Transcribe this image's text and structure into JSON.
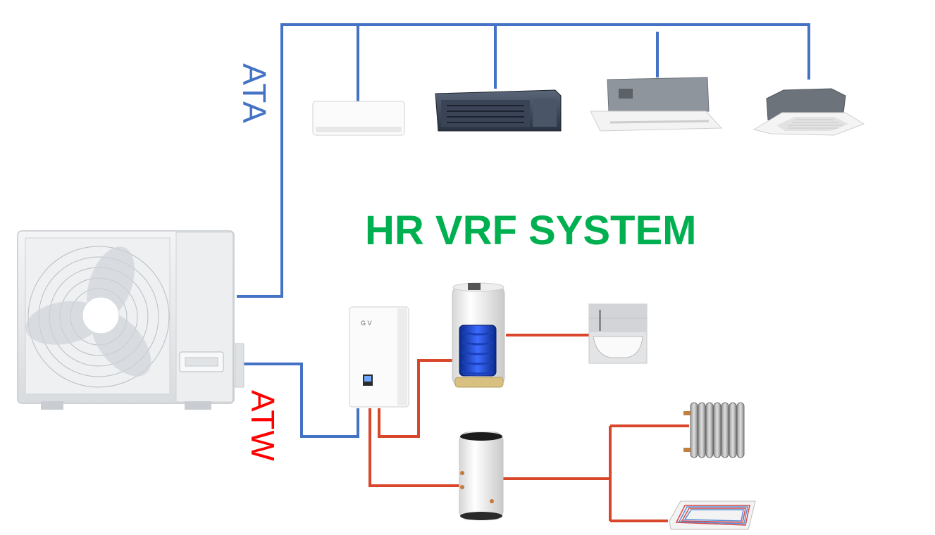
{
  "title": "HR VRF SYSTEM",
  "branches": {
    "air_to_air": {
      "label": "ATA",
      "color": "#4472C4"
    },
    "air_to_water": {
      "label": "ATW",
      "color": "#FF0000"
    }
  },
  "colors": {
    "title": "#00B050",
    "refrigerant_pipe": "#4472C4",
    "water_pipe": "#D9472B"
  },
  "indoor_units": [
    {
      "type": "wall-mounted"
    },
    {
      "type": "ducted"
    },
    {
      "type": "one-way-cassette"
    },
    {
      "type": "four-way-cassette"
    }
  ],
  "water_side": [
    {
      "type": "hydro-box"
    },
    {
      "type": "dhw-tank"
    },
    {
      "type": "bathtub"
    },
    {
      "type": "buffer-tank"
    },
    {
      "type": "radiator"
    },
    {
      "type": "floor-heating"
    }
  ]
}
